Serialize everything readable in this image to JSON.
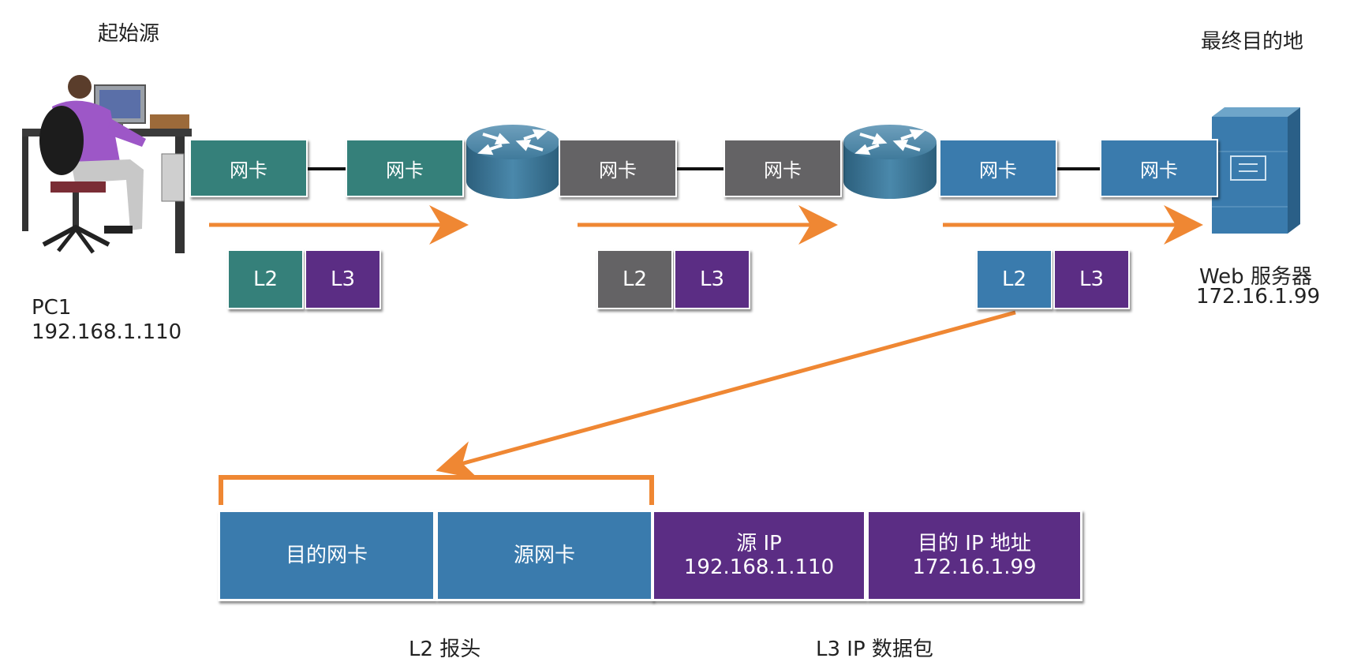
{
  "labels": {
    "origin_title": "起始源",
    "destination_title": "最终目的地",
    "pc_name": "PC1",
    "pc_ip": "192.168.1.110",
    "server_name": "Web 服务器",
    "server_ip": "172.16.1.99",
    "l2_header_caption": "L2 报头",
    "l3_packet_caption": "L3 IP 数据包"
  },
  "links": [
    {
      "nic_a": "网卡",
      "nic_b": "网卡",
      "layer2": "L2",
      "layer3": "L3"
    },
    {
      "nic_a": "网卡",
      "nic_b": "网卡",
      "layer2": "L2",
      "layer3": "L3"
    },
    {
      "nic_a": "网卡",
      "nic_b": "网卡",
      "layer2": "L2",
      "layer3": "L3"
    }
  ],
  "frame": {
    "dest_nic": "目的网卡",
    "src_nic": "源网卡",
    "src_ip_label": "源 IP",
    "src_ip_value": "192.168.1.110",
    "dest_ip_label": "目的 IP 地址",
    "dest_ip_value": "172.16.1.99"
  },
  "colors": {
    "teal": "#35807a",
    "gray": "#646365",
    "blue": "#3a7bad",
    "purple": "#5b2d84",
    "arrow": "#ef8733",
    "router": "#3b7595"
  }
}
